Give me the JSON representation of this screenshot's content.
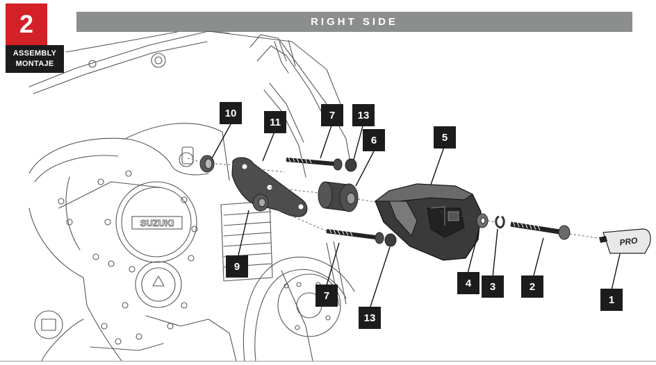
{
  "header": {
    "step_number": "2",
    "step_title_en": "ASSEMBLY",
    "step_title_es": "MONTAJE",
    "banner_title": "RIGHT SIDE",
    "colors": {
      "accent": "#d42128",
      "banner": "#8c8d8d",
      "label": "#1c1c1c"
    }
  },
  "engine": {
    "logo_text": "SUZUKI"
  },
  "slider_cap": {
    "logo_text": "PRO"
  },
  "callouts": [
    {
      "id": "1",
      "text": "1"
    },
    {
      "id": "2",
      "text": "2"
    },
    {
      "id": "3",
      "text": "3"
    },
    {
      "id": "4",
      "text": "4"
    },
    {
      "id": "5",
      "text": "5"
    },
    {
      "id": "6",
      "text": "6"
    },
    {
      "id": "7a",
      "text": "7"
    },
    {
      "id": "7b",
      "text": "7"
    },
    {
      "id": "9",
      "text": "9"
    },
    {
      "id": "10",
      "text": "10"
    },
    {
      "id": "11",
      "text": "11"
    },
    {
      "id": "13a",
      "text": "13"
    },
    {
      "id": "13b",
      "text": "13"
    }
  ]
}
